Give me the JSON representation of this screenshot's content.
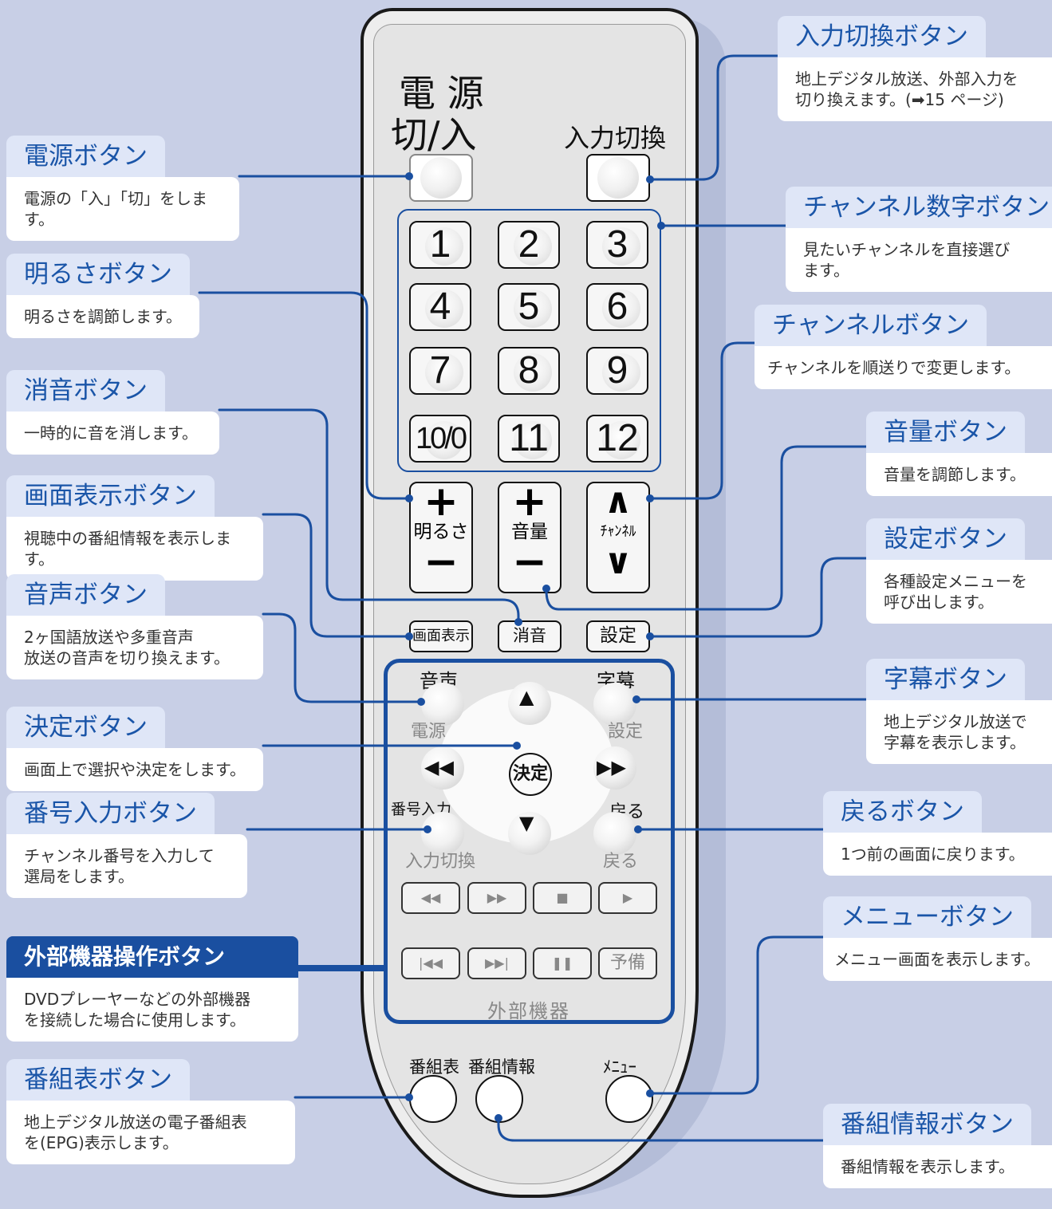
{
  "remote": {
    "power_label_1": "電 源",
    "power_label_2": "切/入",
    "input_label": "入力切換",
    "numbers": [
      "1",
      "2",
      "3",
      "4",
      "5",
      "6",
      "7",
      "8",
      "9",
      "10/0",
      "11",
      "12"
    ],
    "brightness_label": "明るさ",
    "volume_label": "音量",
    "channel_label": "ﾁｬﾝﾈﾙ",
    "plus": "+",
    "minus": "−",
    "up": "∧",
    "down": "∨",
    "display_btn": "画面表示",
    "mute_btn": "消音",
    "settings_btn": "設定",
    "audio_label": "音声",
    "subtitle_label": "字幕",
    "power_sub": "電源",
    "settings_sub": "設定",
    "enter_label": "決定",
    "number_input_label": "番号入力",
    "back_label": "戻る",
    "input_sub": "入力切換",
    "back_sub": "戻る",
    "reserve_label": "予備",
    "external_label": "外部機器",
    "epg_label": "番組表",
    "info_label": "番組情報",
    "menu_label": "ﾒﾆｭｰ"
  },
  "callouts": {
    "power": {
      "title": "電源ボタン",
      "desc": "電源の「入」「切」をします。"
    },
    "brightness": {
      "title": "明るさボタン",
      "desc": "明るさを調節します。"
    },
    "mute": {
      "title": "消音ボタン",
      "desc": "一時的に音を消します。"
    },
    "display": {
      "title": "画面表示ボタン",
      "desc": "視聴中の番組情報を表示します。"
    },
    "audio": {
      "title": "音声ボタン",
      "desc": "2ヶ国語放送や多重音声\n放送の音声を切り換えます。"
    },
    "enter": {
      "title": "決定ボタン",
      "desc": "画面上で選択や決定をします。"
    },
    "number_input": {
      "title": "番号入力ボタン",
      "desc": "チャンネル番号を入力して\n選局をします。"
    },
    "external": {
      "title": "外部機器操作ボタン",
      "desc": "DVDプレーヤーなどの外部機器\nを接続した場合に使用します。"
    },
    "epg": {
      "title": "番組表ボタン",
      "desc": "地上デジタル放送の電子番組表\nを(EPG)表示します。"
    },
    "input": {
      "title": "入力切換ボタン",
      "desc": "地上デジタル放送、外部入力を\n切り換えます。(➡15 ページ)"
    },
    "channel_number": {
      "title": "チャンネル数字ボタン",
      "desc": "見たいチャンネルを直接選び\nます。"
    },
    "channel": {
      "title": "チャンネルボタン",
      "desc": "チャンネルを順送りで変更します。"
    },
    "volume": {
      "title": "音量ボタン",
      "desc": "音量を調節します。"
    },
    "settings": {
      "title": "設定ボタン",
      "desc": "各種設定メニューを\n呼び出します。"
    },
    "subtitle": {
      "title": "字幕ボタン",
      "desc": "地上デジタル放送で\n字幕を表示します。"
    },
    "back": {
      "title": "戻るボタン",
      "desc": "1つ前の画面に戻ります。"
    },
    "menu": {
      "title": "メニューボタン",
      "desc": "メニュー画面を表示します。"
    },
    "info": {
      "title": "番組情報ボタン",
      "desc": "番組情報を表示します。"
    }
  },
  "colors": {
    "accent": "#1a55a8",
    "background": "#c8cfe6",
    "line": "#1a4fa0"
  }
}
